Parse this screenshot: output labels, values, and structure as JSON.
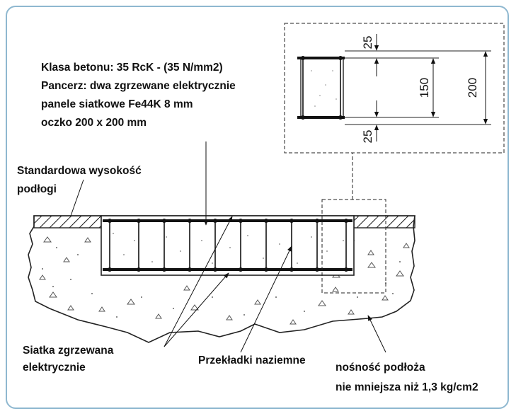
{
  "labels": {
    "spec_line1": "Klasa betonu: 35 RcK - (35 N/mm2)",
    "spec_line2": "Pancerz: dwa zgrzewane elektrycznie",
    "spec_line3": "panele siatkowe Fe44K 8 mm",
    "spec_line4": "oczko 200 x 200 mm",
    "floor_line1": "Standardowa wysokość",
    "floor_line2": "podłogi",
    "mesh_line1": "Siatka zgrzewana",
    "mesh_line2": "elektrycznie",
    "spacers": "Przekładki naziemne",
    "bearing_line1": "nośność podłoża",
    "bearing_line2": "nie mniejsza niż 1,3 kg/cm2"
  },
  "detail_dimensions": {
    "top_cover": "25",
    "mesh_spacing": "150",
    "total_thickness": "200",
    "bottom_cover": "25"
  }
}
